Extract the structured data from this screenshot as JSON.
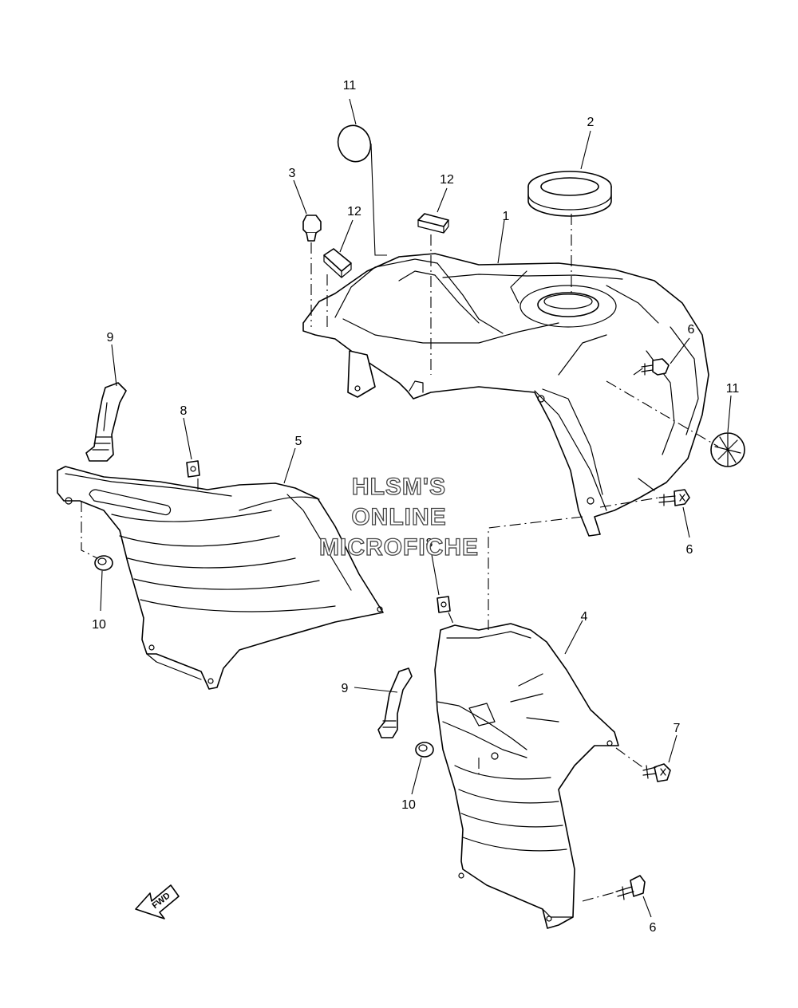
{
  "callouts": {
    "c1": "1",
    "c2": "2",
    "c3": "3",
    "c4": "4",
    "c5": "5",
    "c6a": "6",
    "c6b": "6",
    "c6c": "6",
    "c7": "7",
    "c8a": "8",
    "c8b": "8",
    "c9a": "9",
    "c9b": "9",
    "c10a": "10",
    "c10b": "10",
    "c11a": "11",
    "c11b": "11",
    "c12a": "12",
    "c12b": "12"
  },
  "watermark": {
    "line1": "HLSM'S",
    "line2": "ONLINE",
    "line3": "MICROFICHE"
  },
  "fwd_label": "FWD",
  "colors": {
    "line": "#000000",
    "background": "#ffffff",
    "watermark_stroke": "#444444"
  }
}
